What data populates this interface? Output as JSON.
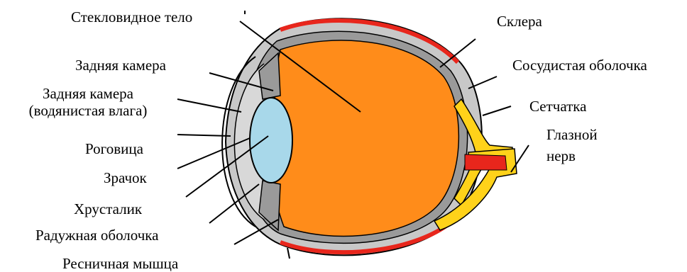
{
  "labels": {
    "vitreous": "Стекловидное тело",
    "posterior_chamber": "Задняя камера",
    "posterior_chamber_aqueous_1": "Задняя камера",
    "posterior_chamber_aqueous_2": "(водянистая влага)",
    "cornea": "Роговица",
    "pupil": "Зрачок",
    "lens": "Хрусталик",
    "iris": "Радужная оболочка",
    "ciliary_muscle": "Ресничная мышца",
    "sclera": "Склера",
    "choroid": "Сосудистая оболочка",
    "retina": "Сетчатка",
    "optic_nerve_1": "Глазной",
    "optic_nerve_2": "нерв"
  },
  "colors": {
    "vitreous_fill": "#ff8c1a",
    "lens_fill": "#a8d8ea",
    "sclera_red": "#e8261c",
    "retina_yellow": "#ffd21a",
    "tissue_gray": "#b8b8b8",
    "line": "#000000"
  }
}
